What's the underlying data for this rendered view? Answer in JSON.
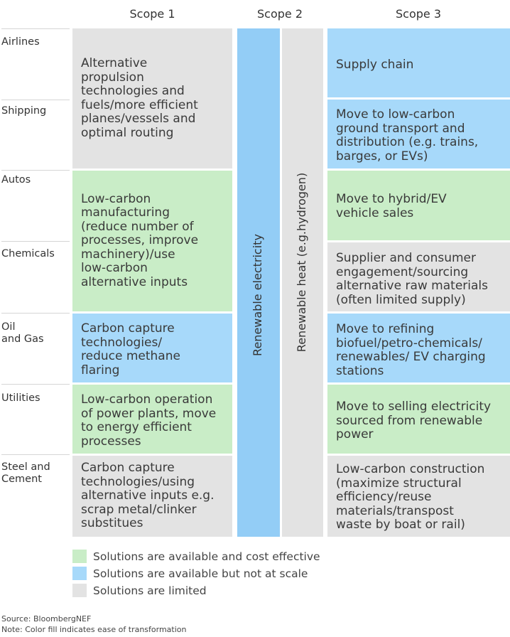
{
  "headers": {
    "scope1": "Scope 1",
    "scope2": "Scope 2",
    "scope3": "Scope 3"
  },
  "industries": {
    "airlines": "Airlines",
    "shipping": "Shipping",
    "autos": "Autos",
    "chemicals": "Chemicals",
    "oil_gas_1": "Oil",
    "oil_gas_2": "and Gas",
    "utilities": "Utilities",
    "steel_1": "Steel and",
    "steel_2": "Cement"
  },
  "scope1": {
    "airlines_shipping": [
      "Alternative",
      "propulsion",
      "technologies and",
      "fuels/more efficient",
      "planes/vessels and",
      "optimal routing"
    ],
    "autos_chemicals": [
      "Low-carbon",
      "manufacturing",
      "(reduce number of",
      "processes, improve",
      "machinery)/use",
      "low-carbon",
      "alternative inputs"
    ],
    "oil_gas": [
      "Carbon capture",
      "technologies/",
      "reduce methane",
      "flaring"
    ],
    "utilities": [
      "Low-carbon operation",
      "of power plants, move",
      "to energy efficient",
      "processes"
    ],
    "steel_cement": [
      "Carbon capture",
      "technologies/using",
      "alternative inputs e.g.",
      "scrap metal/clinker",
      "substitues"
    ]
  },
  "scope2": {
    "electricity": "Renewable electricity",
    "heat": "Renewable heat (e.g.hydrogen)"
  },
  "scope3": {
    "airlines": [
      "Supply chain"
    ],
    "shipping": [
      "Move to low-carbon",
      "ground transport and",
      "distribution (e.g. trains,",
      "barges, or EVs)"
    ],
    "autos": [
      "Move to hybrid/EV",
      "vehicle sales"
    ],
    "chemicals": [
      "Supplier and consumer",
      "engagement/sourcing",
      "alternative raw materials",
      "(often limited supply)"
    ],
    "oil_gas": [
      "Move to refining",
      "biofuel/petro-chemicals/",
      "renewables/ EV charging",
      "stations"
    ],
    "utilities": [
      "Move to selling electricity",
      "sourced from renewable",
      "power"
    ],
    "steel_cement": [
      "Low-carbon construction",
      "(maximize structural",
      "efficiency/reuse",
      "materials/transpost",
      "waste by boat or rail)"
    ]
  },
  "legend": [
    {
      "label": "Solutions are available and cost effective",
      "color": "#c9edc7"
    },
    {
      "label": "Solutions are available but not at scale",
      "color": "#a7d9fa"
    },
    {
      "label": "Solutions are limited",
      "color": "#e3e3e3"
    }
  ],
  "footer": {
    "source": "Source: BloombergNEF",
    "note": "Note: Color fill indicates ease of transformation"
  },
  "colors": {
    "green": "#c9edc7",
    "blue": "#a7d9fa",
    "gray": "#e3e3e3",
    "scope2_blue": "#93cdf6"
  }
}
